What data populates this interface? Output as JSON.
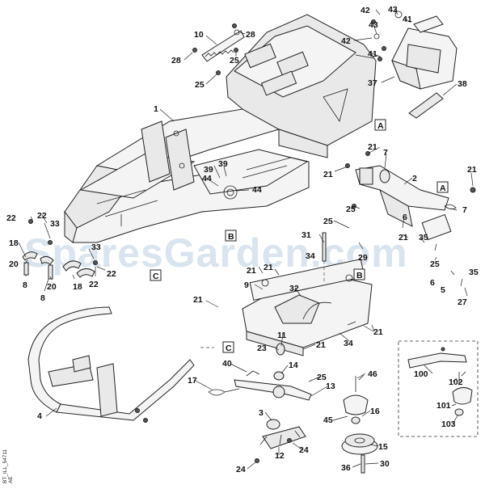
{
  "diagram": {
    "watermark": "SparesGarden.com",
    "side_code_line1": "BT_ILL_54711",
    "side_code_line2": "AE",
    "callouts": {
      "c10": "10",
      "c28a": "28",
      "c28b": "28",
      "c25a": "25",
      "c25b": "25",
      "c42a": "42",
      "c43a": "43",
      "c41a": "41",
      "c42b": "42",
      "c43b": "43",
      "c41b": "41",
      "c37": "37",
      "c38": "38",
      "c1": "1",
      "c21a": "21",
      "c7a": "7",
      "c21b": "21",
      "c2": "2",
      "c21c": "21",
      "c25c": "25",
      "c7b": "7",
      "c39a": "39",
      "c39b": "39",
      "c44a": "44",
      "c44b": "44",
      "c22a": "22",
      "c22b": "22",
      "c33a": "33",
      "c33b": "33",
      "c18a": "18",
      "c18b": "18",
      "c20a": "20",
      "c20b": "20",
      "c8a": "8",
      "c8b": "8",
      "c22c": "22",
      "c22d": "22",
      "c31": "31",
      "c25d": "25",
      "c29": "29",
      "c6a": "6",
      "c21d": "21",
      "c35a": "35",
      "c25e": "25",
      "c6b": "6",
      "c5": "5",
      "c35b": "35",
      "c27": "27",
      "c21e": "21",
      "c9": "9",
      "c32": "32",
      "c34a": "34",
      "c21f": "21",
      "c21g": "21",
      "c11": "11",
      "c23": "23",
      "c21h": "21",
      "c34b": "34",
      "c21i": "21",
      "c40": "40",
      "c14": "14",
      "c25f": "25",
      "c13": "13",
      "c46": "46",
      "c17": "17",
      "c4": "4",
      "c3": "3",
      "c45": "45",
      "c16": "16",
      "c12": "12",
      "c24a": "24",
      "c24b": "24",
      "c15": "15",
      "c36": "36",
      "c30": "30",
      "c100": "100",
      "c102": "102",
      "c101": "101",
      "c103": "103"
    },
    "ref_labels": {
      "a_top": "A",
      "a_right": "A",
      "b_left": "B",
      "b_mid": "B",
      "c_left": "C",
      "c_mid": "C"
    }
  }
}
